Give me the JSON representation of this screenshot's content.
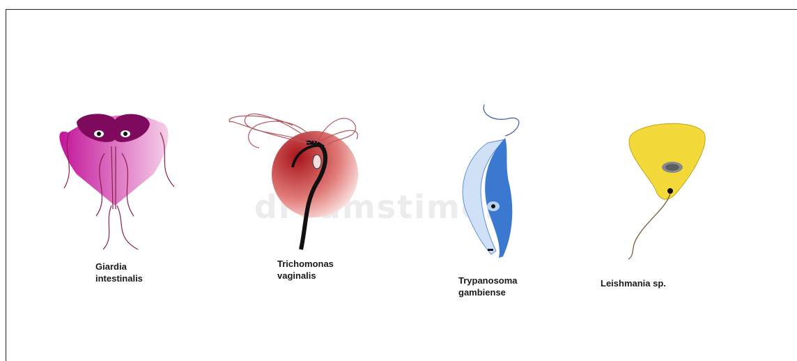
{
  "organisms": [
    {
      "name": "Giardia\nintestinalis",
      "color": "#c2159a"
    },
    {
      "name": "Trichomonas\nvaginalis",
      "color": "#c0282b"
    },
    {
      "name": "Trypanosoma\ngambiense",
      "color": "#3b78d0"
    },
    {
      "name": "Leishmania sp.",
      "color": "#f3da3a"
    }
  ],
  "watermark": "dreamstime."
}
